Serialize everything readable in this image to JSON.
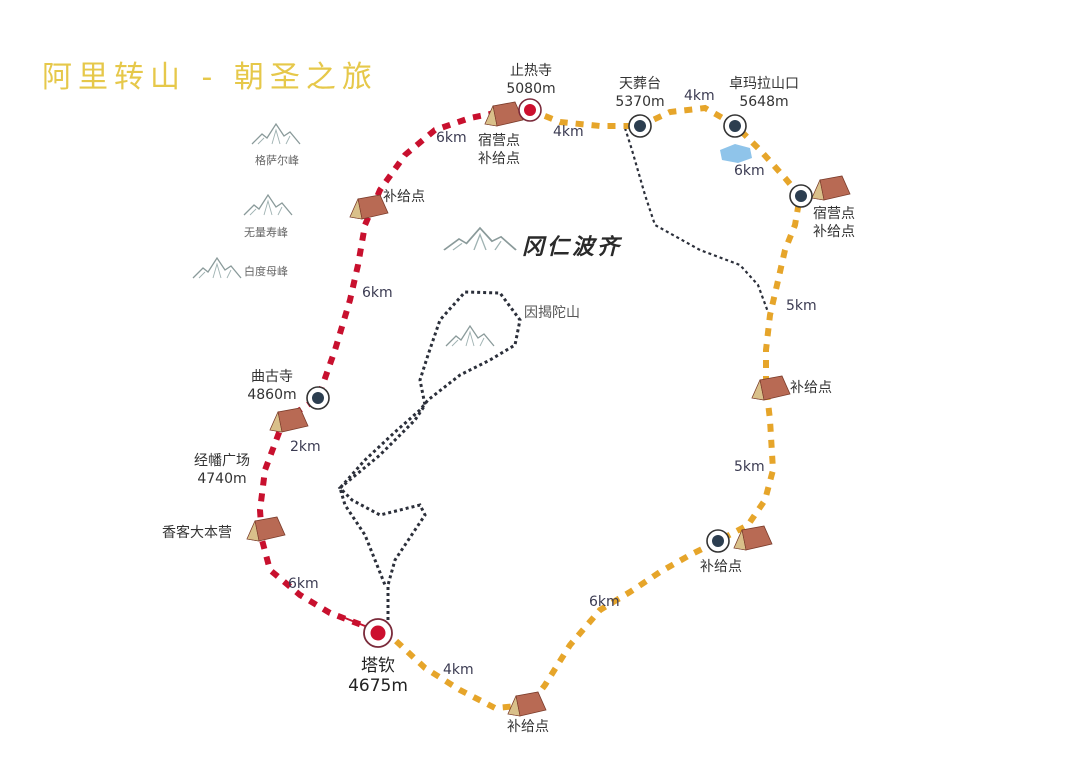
{
  "title": "阿里转山 - 朝圣之旅",
  "colors": {
    "title": "#e6c84a",
    "inner_route": "#c8102e",
    "outer_route": "#e6a52a",
    "side_trail": "#2b2f3a",
    "tent": "#b86a54",
    "lake": "#8fc4ea",
    "checkpoint_dot": "#2c3e50",
    "start_dot": "#cc0f2e"
  },
  "mountain_range": {
    "name": "冈仁波齐"
  },
  "side_mountain": {
    "name": "因揭陀山"
  },
  "peaks": [
    {
      "name": "格萨尔峰"
    },
    {
      "name": "无量寿峰"
    },
    {
      "name": "白度母峰"
    }
  ],
  "stations": {
    "tarchen": {
      "name": "塔钦",
      "elevation": "4675m"
    },
    "xiangke": {
      "name": "香客大本营"
    },
    "jingfan": {
      "name": "经幡广场",
      "elevation": "4740m"
    },
    "qugu": {
      "name": "曲古寺",
      "elevation": "4860m"
    },
    "supply_west": {
      "name": "补给点"
    },
    "zhire": {
      "name": "止热寺",
      "elevation": "5080m",
      "facilities": [
        "宿营点",
        "补给点"
      ]
    },
    "tianzang": {
      "name": "天葬台",
      "elevation": "5370m"
    },
    "zhuoma": {
      "name": "卓玛拉山口",
      "elevation": "5648m"
    },
    "camp_east": {
      "facilities": [
        "宿营点",
        "补给点"
      ]
    },
    "supply_east": {
      "name": "补给点"
    },
    "supply_southeast": {
      "name": "补给点"
    },
    "supply_south": {
      "name": "补给点"
    }
  },
  "distances": {
    "tarchen_xiangke": "6km",
    "jingfan_qugu": "2km",
    "qugu_supply": "6km",
    "supply_zhire": "6km",
    "zhire_tianzang": "4km",
    "tianzang_zhuoma": "4km",
    "zhuoma_camp": "6km",
    "camp_supply_east": "5km",
    "supply_east_southeast": "5km",
    "southeast_south": "6km",
    "south_tarchen": "4km"
  }
}
